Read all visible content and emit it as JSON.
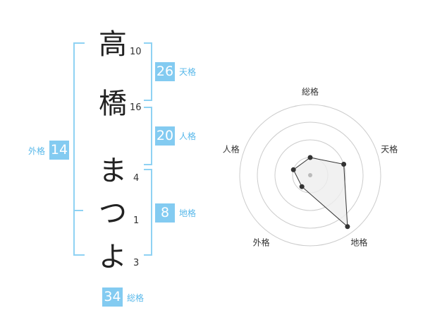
{
  "name": {
    "chars": [
      {
        "char": "高",
        "strokes": "10"
      },
      {
        "char": "橋",
        "strokes": "16"
      },
      {
        "char": "ま",
        "strokes": "4"
      },
      {
        "char": "つ",
        "strokes": "1"
      },
      {
        "char": "よ",
        "strokes": "3"
      }
    ]
  },
  "fortune": {
    "tenkaku": {
      "value": "26",
      "label": "天格"
    },
    "jinkaku": {
      "value": "20",
      "label": "人格"
    },
    "chikaku": {
      "value": "8",
      "label": "地格"
    },
    "gaikaku": {
      "value": "14",
      "label": "外格"
    },
    "soukaku": {
      "value": "34",
      "label": "総格"
    }
  },
  "chart_data": {
    "type": "radar",
    "axes": [
      "総格",
      "天格",
      "地格",
      "外格",
      "人格"
    ],
    "values": [
      0.25,
      0.5,
      0.9,
      0.2,
      0.25
    ],
    "rings": 4,
    "grid": true,
    "colors": {
      "ring": "#cccccc",
      "line": "#333333",
      "fill": "#eeeeee",
      "point": "#333333",
      "center": "#bbbbbb"
    }
  },
  "colors": {
    "accent_box": "#83cbf1",
    "accent_label": "#58b8ea",
    "bracket": "#8fd2f3"
  }
}
